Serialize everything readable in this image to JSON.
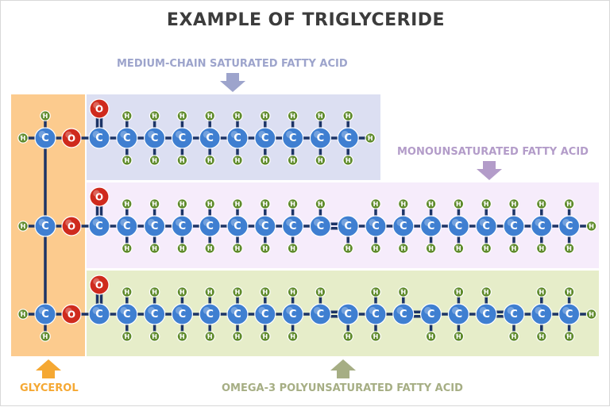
{
  "title": "EXAMPLE OF TRIGLYCERIDE",
  "labels": {
    "medium_chain": "MEDIUM-CHAIN SATURATED FATTY ACID",
    "monounsaturated": "MONOUNSATURATED FATTY ACID",
    "glycerol": "GLYCEROL",
    "omega3": "OMEGA-3 POLYUNSATURATED FATTY ACID"
  },
  "atom_symbols": {
    "carbon": "C",
    "oxygen": "O",
    "hydrogen": "H"
  },
  "colors": {
    "glycerol_fill": "#fccb8e",
    "glycerol_label": "#f5a833",
    "medium_chain_fill": "#dcdff2",
    "medium_chain_label": "#9da4cc",
    "mono_fill": "#f6ecfb",
    "mono_label": "#b39cc9",
    "omega_fill": "#e6edc9",
    "omega_label": "#a6ae84",
    "carbon": "#3f7fd1",
    "oxygen": "#cf2a1d",
    "hydrogen": "#5e8a2a",
    "bond": "#1c3466"
  },
  "molecule": {
    "glycerol_carbons": 3,
    "chains": [
      {
        "name": "medium-chain-saturated",
        "carbons": 10,
        "double_bonds_after": []
      },
      {
        "name": "monounsaturated",
        "carbons": 18,
        "double_bonds_after": [
          9
        ]
      },
      {
        "name": "omega-3-polyunsaturated",
        "carbons": 18,
        "double_bonds_after": [
          9,
          12,
          15
        ]
      }
    ]
  }
}
